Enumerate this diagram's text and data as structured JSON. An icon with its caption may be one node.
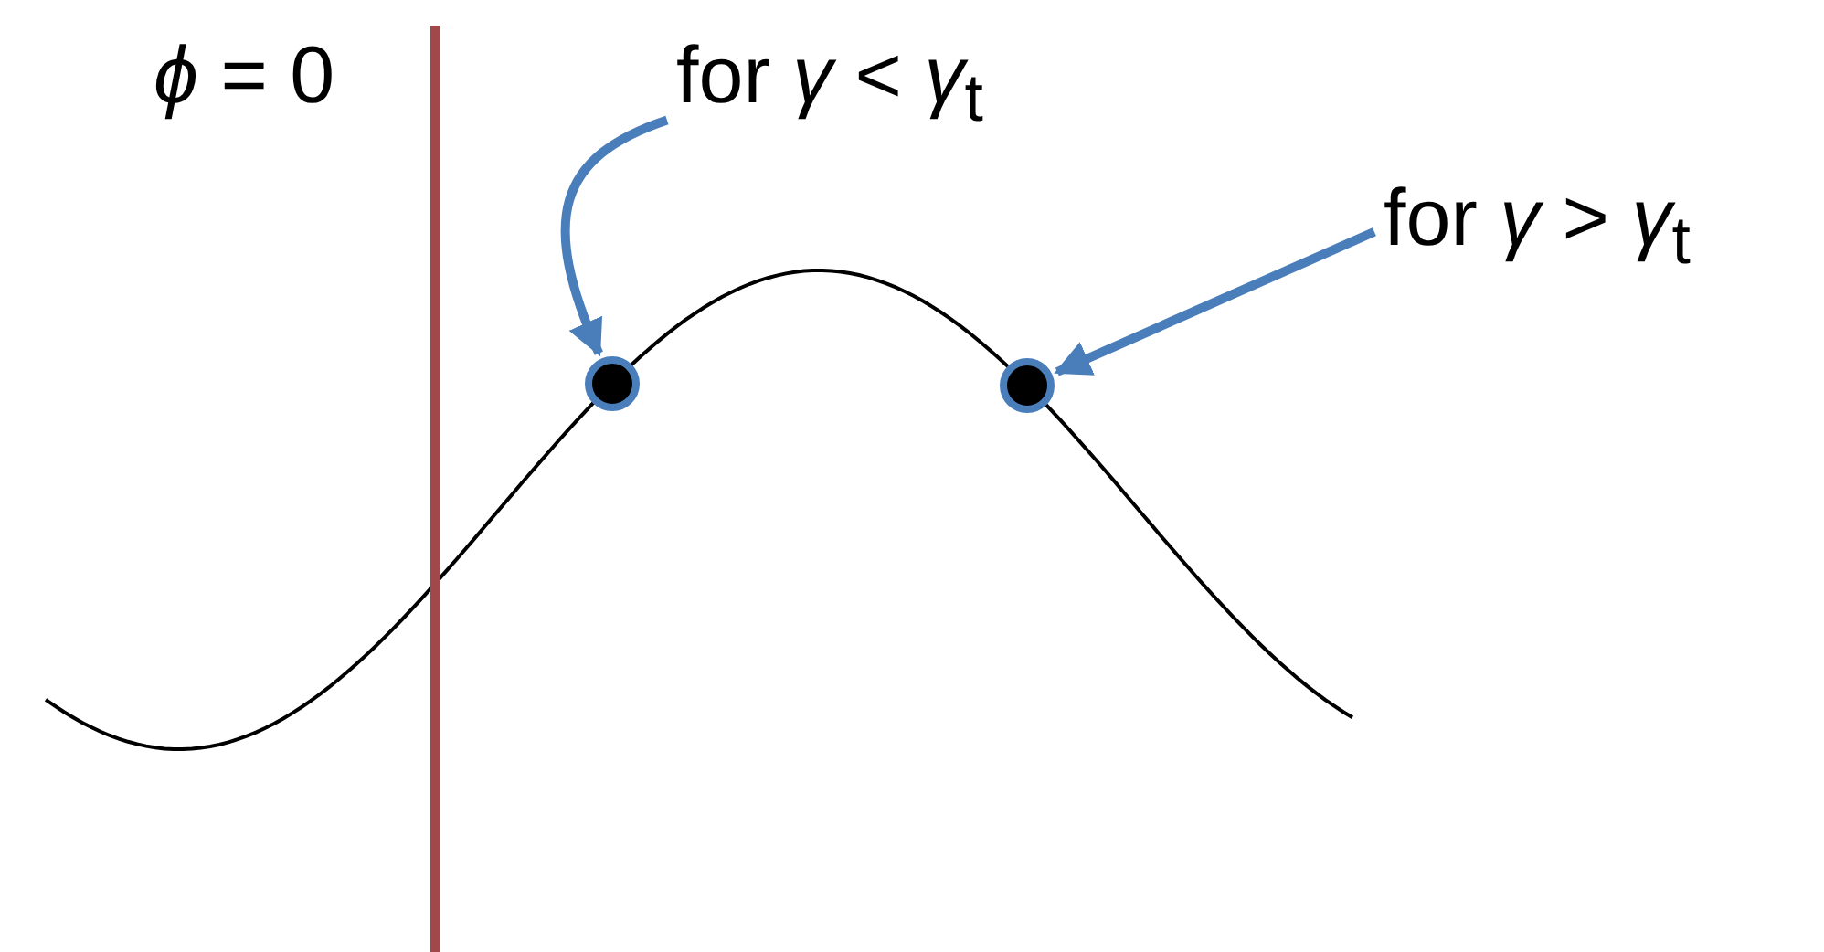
{
  "diagram": {
    "nodes": [
      {
        "text": [
          "for *γ* < *γ*$_{t}$"
        ]
      },
      {
        "text": [],
        "shape": "circle"
      },
      {
        "text": [
          "for *γ* > *γ*$_{t}$"
        ]
      },
      {
        "text": [],
        "shape": "circle"
      }
    ],
    "edges": [
      {
        "from": 0,
        "to": 1,
        "arrow": "to"
      },
      {
        "from": 2,
        "to": 3,
        "arrow": "to"
      }
    ],
    "labels": [
      "*ϕ* = 0"
    ]
  }
}
